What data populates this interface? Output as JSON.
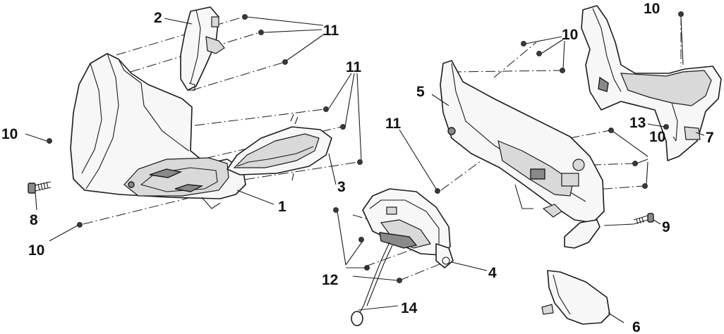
{
  "diagram": {
    "callouts": [
      {
        "id": "c2",
        "text": "2"
      },
      {
        "id": "c11a",
        "text": "11"
      },
      {
        "id": "c11b",
        "text": "11"
      },
      {
        "id": "c10a",
        "text": "10"
      },
      {
        "id": "c10b",
        "text": "10"
      },
      {
        "id": "c10c",
        "text": "10"
      },
      {
        "id": "c10d",
        "text": "10"
      },
      {
        "id": "c10e",
        "text": "10"
      },
      {
        "id": "c8",
        "text": "8"
      },
      {
        "id": "c3",
        "text": "3"
      },
      {
        "id": "c1",
        "text": "1"
      },
      {
        "id": "c5",
        "text": "5"
      },
      {
        "id": "c11c",
        "text": "11"
      },
      {
        "id": "c13",
        "text": "13"
      },
      {
        "id": "c7",
        "text": "7"
      },
      {
        "id": "c9",
        "text": "9"
      },
      {
        "id": "c4",
        "text": "4"
      },
      {
        "id": "c12",
        "text": "12"
      },
      {
        "id": "c14",
        "text": "14"
      },
      {
        "id": "c6",
        "text": "6"
      }
    ]
  }
}
